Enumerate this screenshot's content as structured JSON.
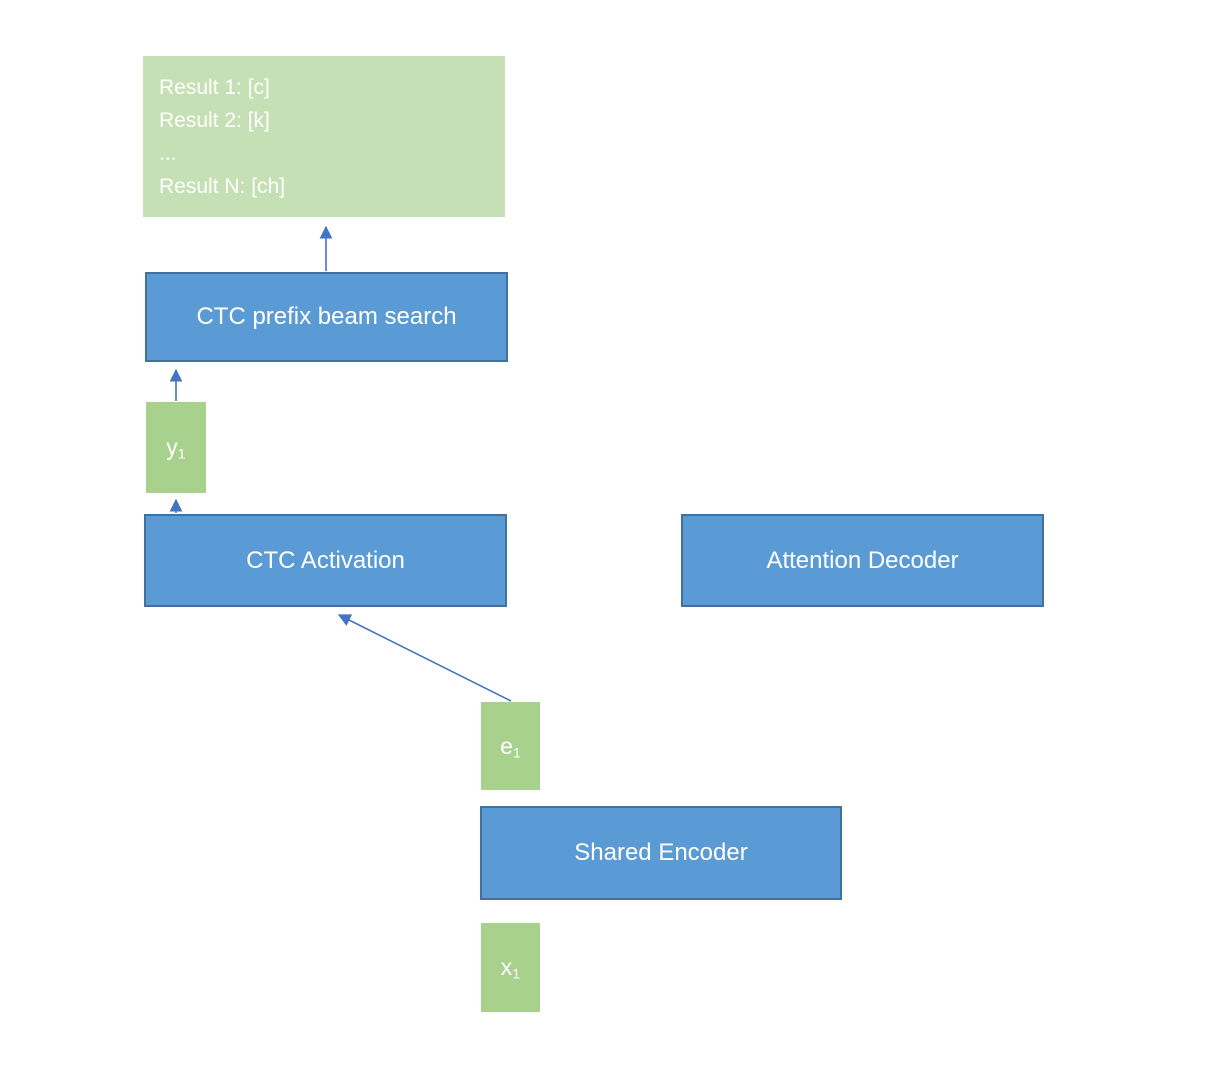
{
  "diagram": {
    "type": "flowchart",
    "background": "#ffffff",
    "colors": {
      "process_fill": "#5b9bd5",
      "process_border": "#41719c",
      "data_fill": "#a9d18e",
      "output_fill": "#c5e0b4",
      "arrow": "#4472c4",
      "label_text": "#ffffff"
    },
    "nodes": {
      "results_box": {
        "lines": [
          "Result 1: [c]",
          "Result 2: [k]",
          "...",
          "Result N: [ch]"
        ]
      },
      "ctc_prefix_beam_search": {
        "label": "CTC prefix beam search"
      },
      "y1": {
        "base": "y",
        "sub": "1"
      },
      "ctc_activation": {
        "label": "CTC Activation"
      },
      "attention_decoder": {
        "label": "Attention Decoder"
      },
      "e1": {
        "base": "e",
        "sub": "1"
      },
      "shared_encoder": {
        "label": "Shared Encoder"
      },
      "x1": {
        "base": "x",
        "sub": "1"
      }
    },
    "connections": [
      {
        "from": "ctc_prefix_beam_search",
        "to": "results_box"
      },
      {
        "from": "y1",
        "to": "ctc_prefix_beam_search"
      },
      {
        "from": "ctc_activation",
        "to": "y1"
      },
      {
        "from": "e1",
        "to": "ctc_activation"
      }
    ]
  }
}
